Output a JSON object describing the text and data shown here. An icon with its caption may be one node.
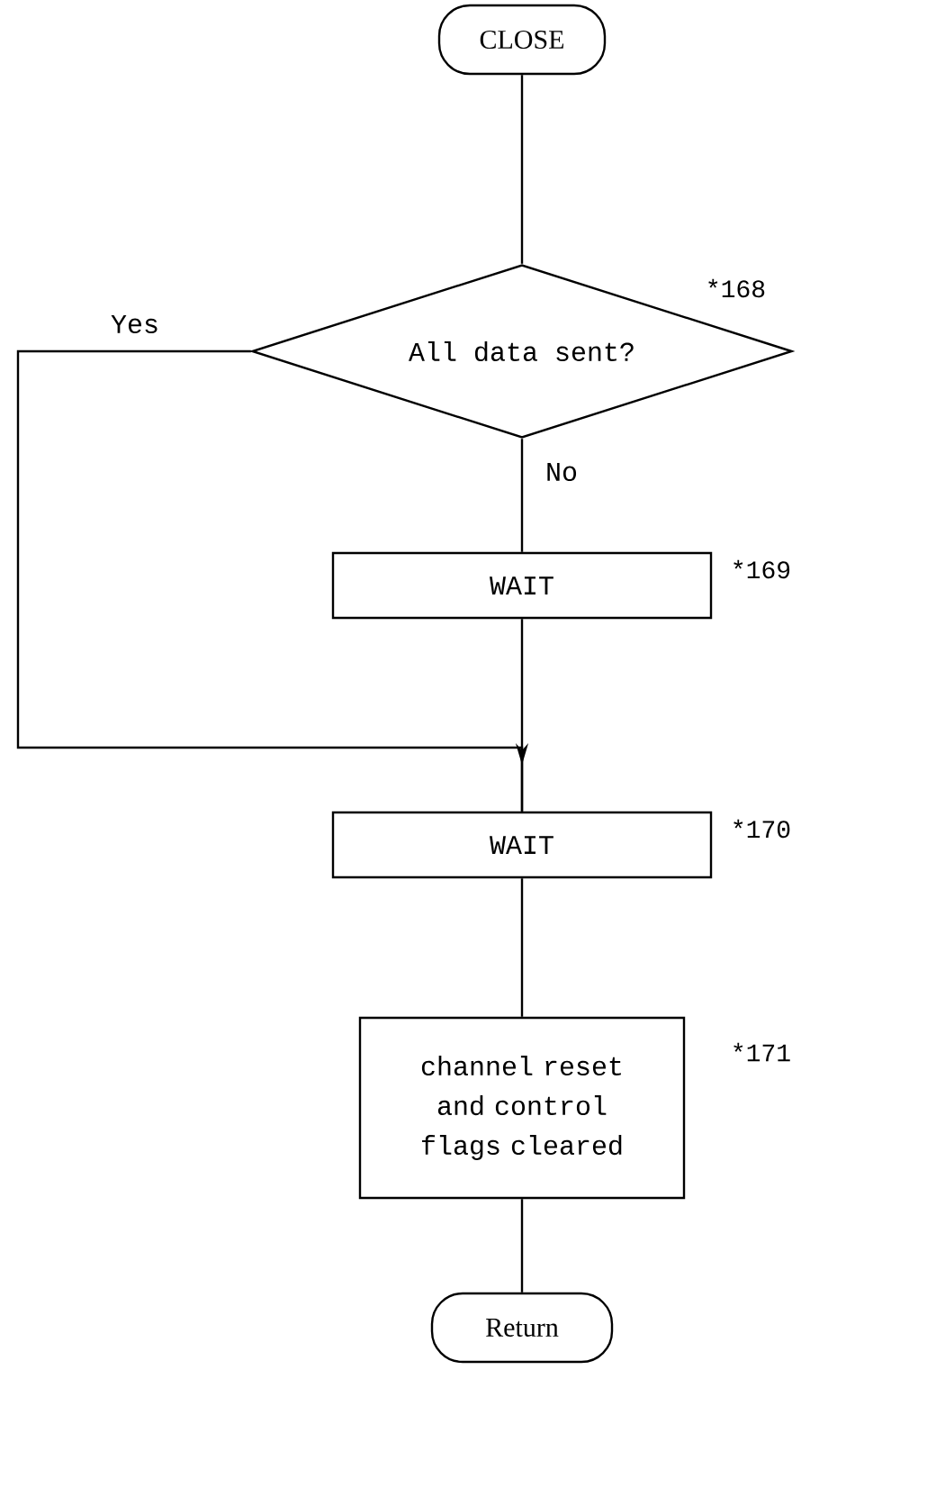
{
  "diagram": {
    "nodes": [
      {
        "text": [
          "CLOSE"
        ]
      },
      {
        "text": [
          "All data sent?"
        ],
        "beside": [
          "*168"
        ]
      },
      {
        "text": [
          "WAIT"
        ],
        "beside": [
          "*169"
        ]
      },
      {
        "text": [
          "WAIT"
        ],
        "beside": [
          "*170"
        ]
      },
      {
        "text": [
          "channel reset and control flags cleared"
        ],
        "beside": [
          "*171"
        ]
      },
      {
        "text": [
          "Return"
        ]
      }
    ],
    "edges": [
      {
        "from": 0,
        "to": 1,
        "arrow": "none"
      },
      {
        "from": 1,
        "to": 2,
        "arrow": "none",
        "label": "No"
      },
      {
        "from": 1,
        "to": 3,
        "arrow": "to",
        "label": "Yes"
      },
      {
        "from": 2,
        "to": 3,
        "arrow": "none"
      },
      {
        "from": 3,
        "to": 4,
        "arrow": "none"
      },
      {
        "from": 4,
        "to": 5,
        "arrow": "none"
      }
    ]
  }
}
